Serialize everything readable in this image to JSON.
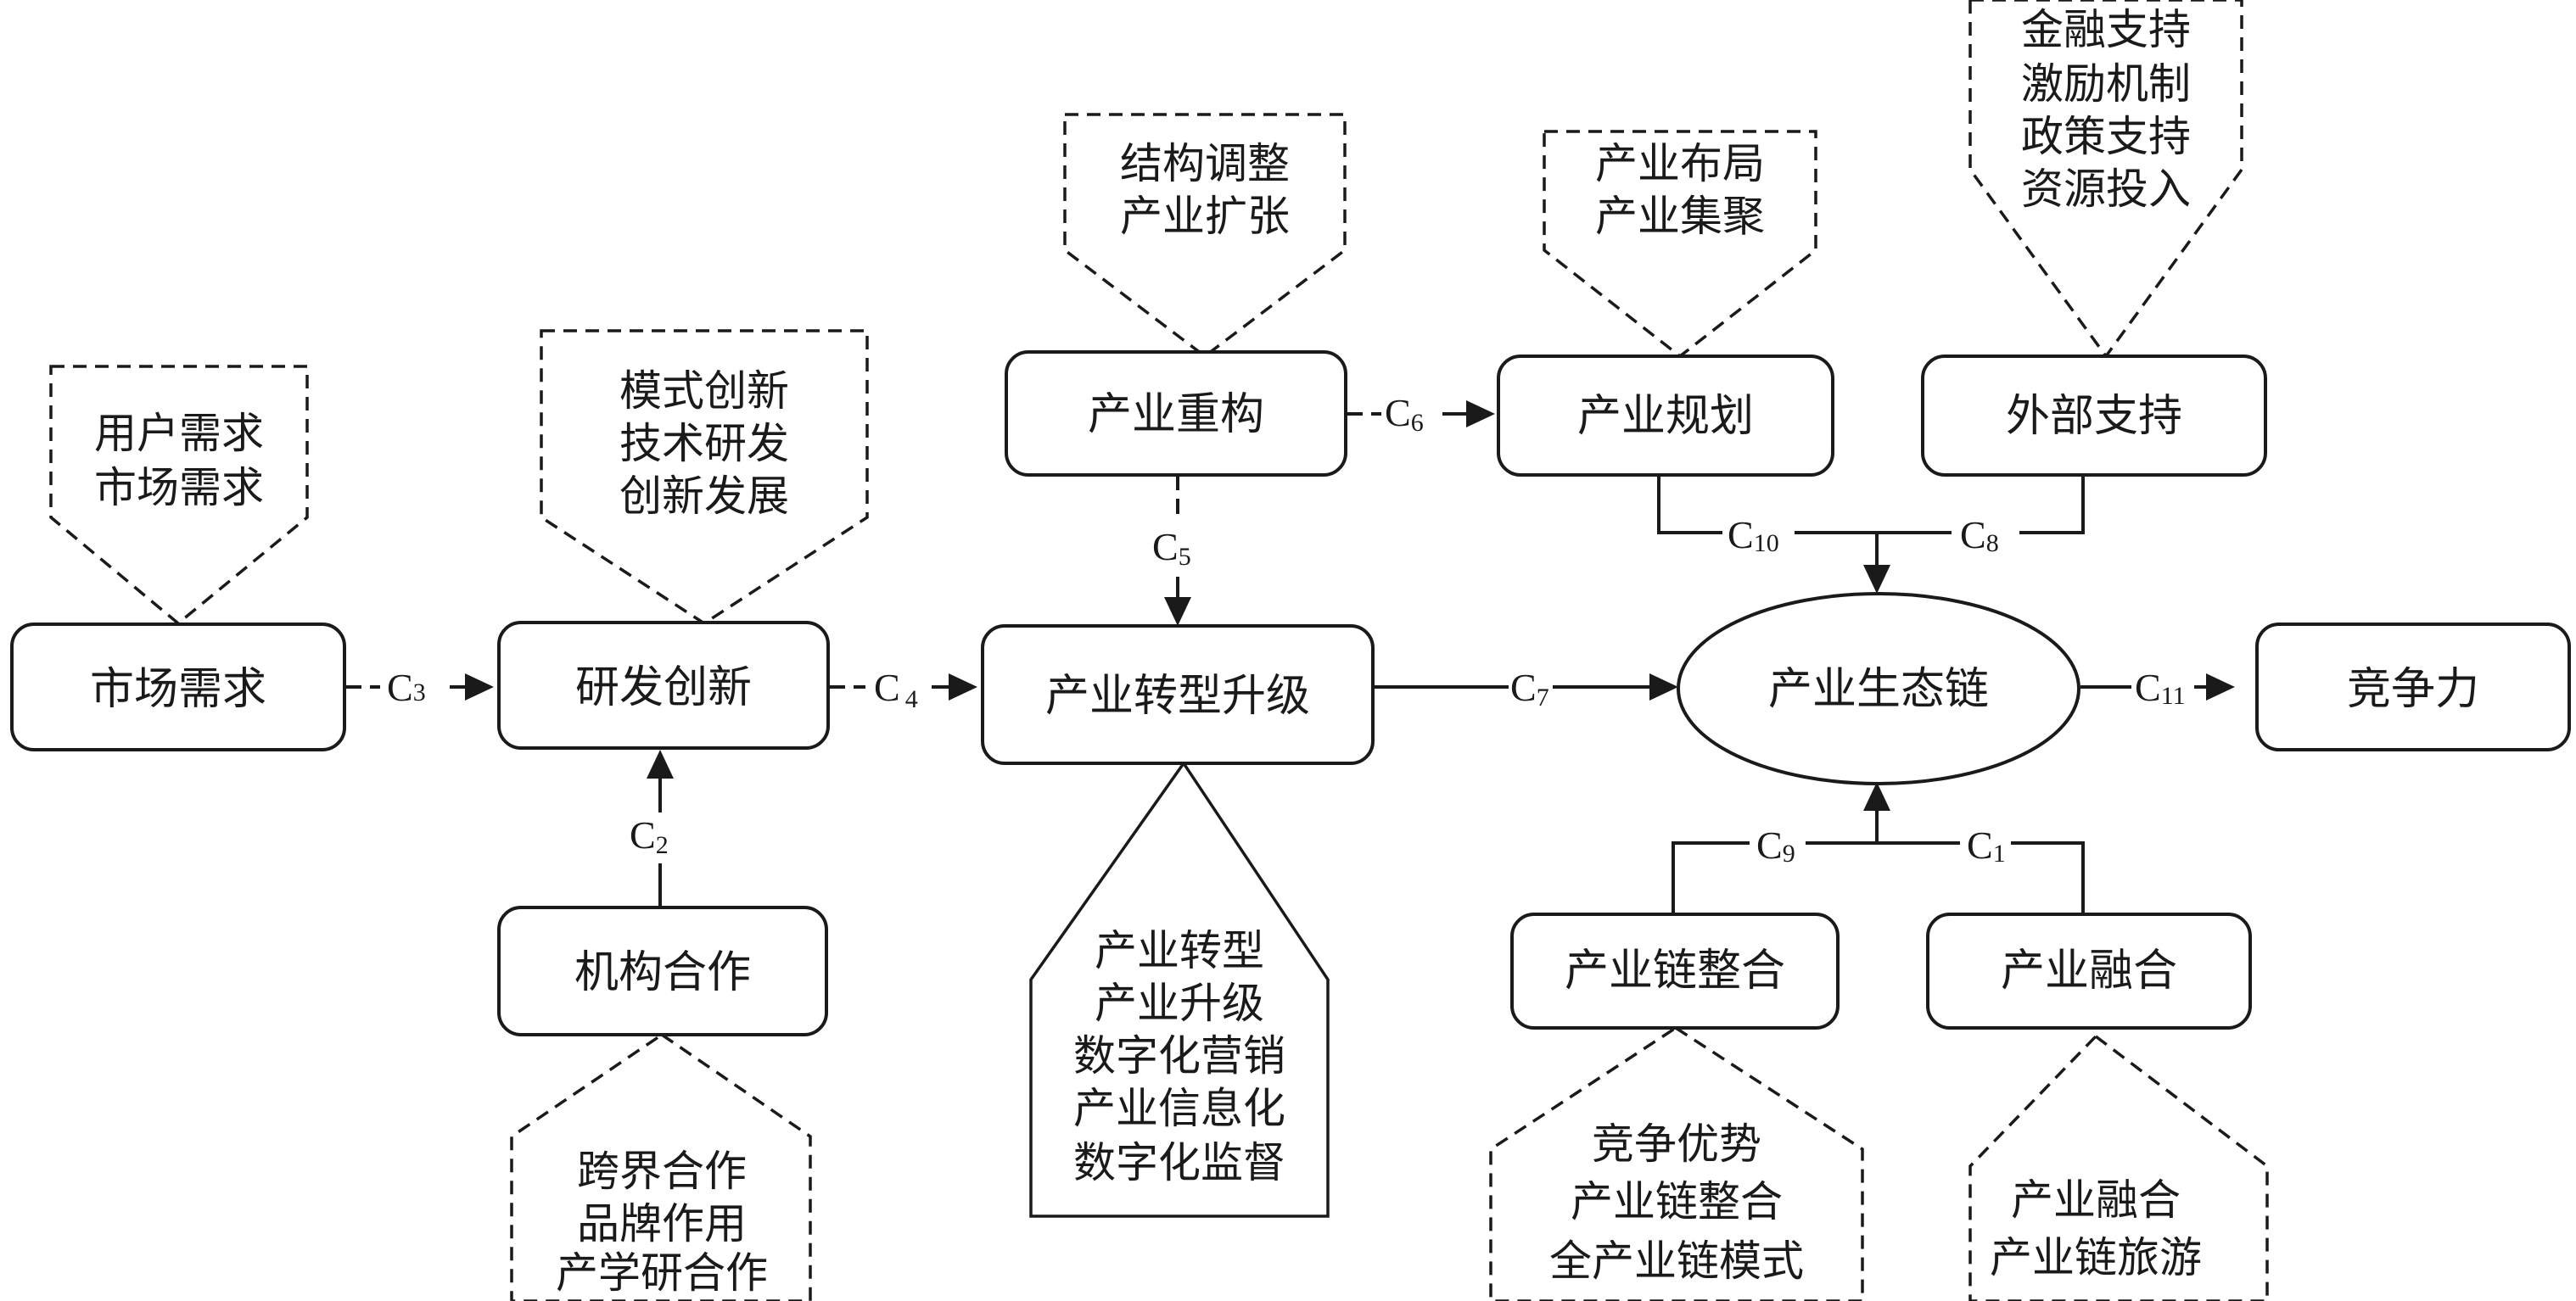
{
  "nodes": {
    "market_demand": "市场需求",
    "rd_innovation": "研发创新",
    "institution_coop": "机构合作",
    "industry_upgrade": "产业转型升级",
    "industry_restructure": "产业重构",
    "industry_planning": "产业规划",
    "external_support": "外部支持",
    "ecosystem_chain": "产业生态链",
    "competitiveness": "竞争力",
    "chain_integration": "产业链整合",
    "industry_fusion": "产业融合"
  },
  "callouts": {
    "market_demand": [
      "用户需求",
      "市场需求"
    ],
    "rd_innovation": [
      "模式创新",
      "技术研发",
      "创新发展"
    ],
    "institution_coop": [
      "跨界合作",
      "品牌作用",
      "产学研合作"
    ],
    "industry_restructure": [
      "结构调整",
      "产业扩张"
    ],
    "industry_upgrade": [
      "产业转型",
      "产业升级",
      "数字化营销",
      "产业信息化",
      "数字化监督"
    ],
    "industry_planning": [
      "产业布局",
      "产业集聚"
    ],
    "external_support": [
      "金融支持",
      "激励机制",
      "政策支持",
      "资源投入"
    ],
    "chain_integration": [
      "竞争优势",
      "产业链整合",
      "全产业链模式"
    ],
    "industry_fusion": [
      "产业融合",
      "产业链旅游"
    ]
  },
  "edges": {
    "c1": {
      "letter": "C",
      "sub": "1"
    },
    "c2": {
      "letter": "C",
      "sub": "2"
    },
    "c3": {
      "letter": "C",
      "sub": "3"
    },
    "c4": {
      "letter": "C",
      "sub": "4"
    },
    "c5": {
      "letter": "C",
      "sub": "5"
    },
    "c6": {
      "letter": "C",
      "sub": "6"
    },
    "c7": {
      "letter": "C",
      "sub": "7"
    },
    "c8": {
      "letter": "C",
      "sub": "8"
    },
    "c9": {
      "letter": "C",
      "sub": "9"
    },
    "c10": {
      "letter": "C",
      "sub": "10"
    },
    "c11": {
      "letter": "C",
      "sub": "11"
    }
  }
}
